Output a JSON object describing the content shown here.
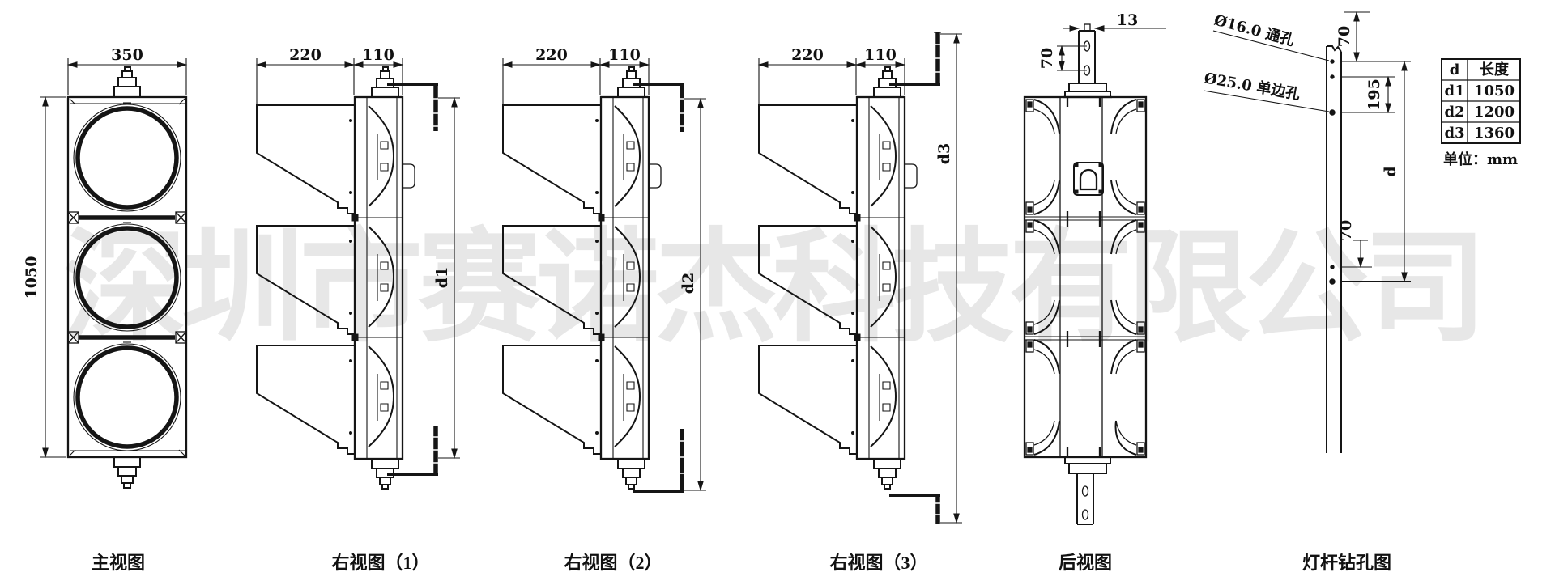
{
  "drawing": {
    "front": {
      "caption": "主视图",
      "width": "350",
      "height": "1050"
    },
    "side1": {
      "caption": "右视图（1）",
      "visor_depth": "220",
      "body_depth": "110",
      "d_label": "d1"
    },
    "side2": {
      "caption": "右视图（2）",
      "visor_depth": "220",
      "body_depth": "110",
      "d_label": "d2"
    },
    "side3": {
      "caption": "右视图（3）",
      "visor_depth": "220",
      "body_depth": "110",
      "d_label": "d3"
    },
    "rear": {
      "caption": "后视图",
      "tab_width": "13",
      "hole_spacing": "70"
    },
    "pole": {
      "caption": "灯杆钻孔图",
      "through_hole": "Ø16.0 通孔",
      "single_side_hole": "Ø25.0 单边孔",
      "top_offset": "70",
      "mid_spacing": "195",
      "bottom_offset": "70",
      "span_label": "d"
    }
  },
  "table": {
    "col_d": "d",
    "col_len": "长度",
    "rows": [
      {
        "d": "d1",
        "len": "1050"
      },
      {
        "d": "d2",
        "len": "1200"
      },
      {
        "d": "d3",
        "len": "1360"
      }
    ],
    "unit": "单位：mm"
  },
  "watermark": "深圳市赛诺杰科技有限公司"
}
